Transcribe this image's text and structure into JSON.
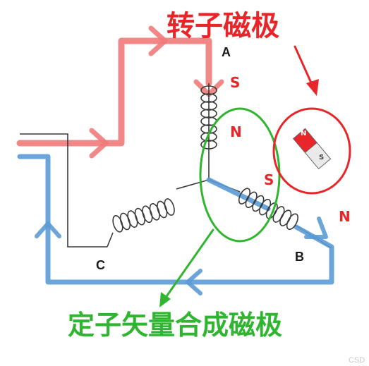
{
  "labels": {
    "rotor_pole": "转子磁极",
    "stator_pole": "定子矢量合成磁极",
    "node_a": "A",
    "node_b": "B",
    "node_c": "C",
    "s_top": "S",
    "n_mid": "N",
    "s_right": "S",
    "n_right": "N",
    "magnet_n": "N",
    "magnet_s": "S",
    "watermark": "CSD"
  },
  "colors": {
    "rotor_red": "#e8262a",
    "stator_green": "#2fb52f",
    "current_blue": "#5b9bd5",
    "current_red": "#f07a7a",
    "wire_dark": "#3a3a3a"
  }
}
